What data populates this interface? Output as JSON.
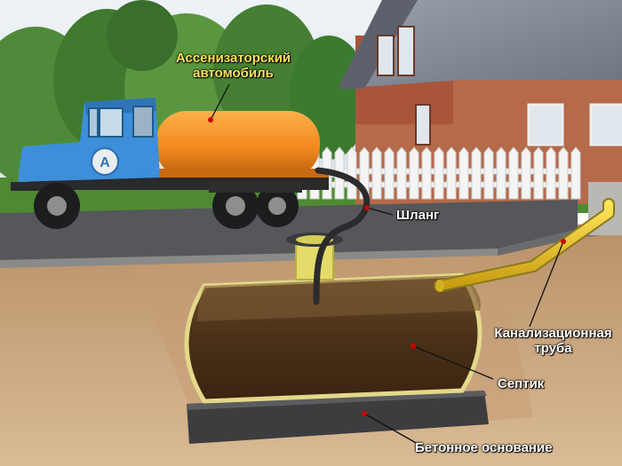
{
  "labels": {
    "truck": {
      "line1": "Ассенизаторский",
      "line2": "автомобиль"
    },
    "hose": "Шланг",
    "pipe": {
      "line1": "Канализационная",
      "line2": "труба"
    },
    "septic": "Септик",
    "base": "Бетонное основание"
  },
  "truck_emblem": "A",
  "colors": {
    "truck_cab": "#3c8fd8",
    "truck_tank": "#f28a1e",
    "pipe": "#e8c21a",
    "road": "#55575a",
    "soil": "#c7a37a",
    "tank_contents": "#4a3018",
    "house_brick": "#b56a4a",
    "roof": "#7f8592",
    "sky": "#dfe8ee",
    "label_text": "#ffffff"
  },
  "icons": [
    "truck-icon",
    "house-icon",
    "fence-icon",
    "tree-icon"
  ]
}
